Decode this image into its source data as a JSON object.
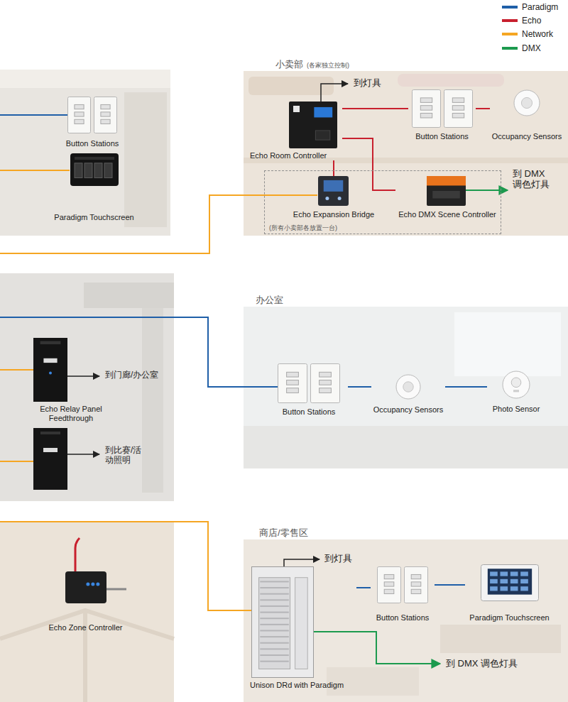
{
  "diagram": {
    "nodes": [
      {
        "text": [
          "Button Stations"
        ]
      },
      {
        "text": [
          "Paradigm Touchscreen"
        ]
      },
      {
        "text": [
          "小卖部",
          "(各家独立控制)"
        ]
      },
      {
        "text": [
          "Echo Room Controller"
        ],
        "in": 2
      },
      {
        "text": [
          "Button Stations"
        ],
        "in": 2
      },
      {
        "text": [
          "Occupancy Sensors"
        ],
        "in": 2
      },
      {
        "text": [
          "(所有小卖部各放置一台)"
        ],
        "in": 2
      },
      {
        "text": [
          "Echo Expansion Bridge"
        ],
        "in": 6
      },
      {
        "text": [
          "Echo DMX Scene Controller"
        ],
        "in": 6
      },
      {
        "text": [
          "Echo Relay Panel Feedthrough"
        ]
      },
      {
        "text": [
          "办公室"
        ]
      },
      {
        "text": [
          "Button Stations"
        ],
        "in": 10
      },
      {
        "text": [
          "Occupancy Sensors"
        ],
        "in": 10
      },
      {
        "text": [
          "Photo Sensor"
        ],
        "in": 10
      },
      {
        "text": [
          "Echo Zone Controller"
        ]
      },
      {
        "text": [
          "商店/零售区"
        ]
      },
      {
        "text": [
          "Unison DRd with Paradigm"
        ],
        "in": 15
      },
      {
        "text": [
          "Button Stations"
        ],
        "in": 15
      },
      {
        "text": [
          "Paradigm Touchscreen"
        ],
        "in": 15
      }
    ],
    "edges": [
      {
        "from": 3,
        "to": 4,
        "arrow": "none"
      },
      {
        "from": 4,
        "to": 5,
        "arrow": "none"
      },
      {
        "from": 3,
        "to": 7,
        "arrow": "none"
      },
      {
        "from": 3,
        "to": 8,
        "arrow": "none"
      },
      {
        "from": 11,
        "to": 12,
        "arrow": "none"
      },
      {
        "from": 12,
        "to": 13,
        "arrow": "none"
      },
      {
        "from": 16,
        "to": 17,
        "arrow": "none"
      },
      {
        "from": 17,
        "to": 18,
        "arrow": "none"
      }
    ],
    "labels": [
      "到灯具",
      "到 DMX 调色灯具",
      "到门廊/办公室",
      "到比赛/活动照明",
      "到灯具",
      "到 DMX 调色灯具"
    ],
    "legend": [
      {
        "text": "Paradigm",
        "color": "#1f5fa8"
      },
      {
        "text": "Echo",
        "color": "#c8202e"
      },
      {
        "text": "Network",
        "color": "#f5a623"
      },
      {
        "text": "DMX",
        "color": "#1c9a4e"
      }
    ]
  }
}
